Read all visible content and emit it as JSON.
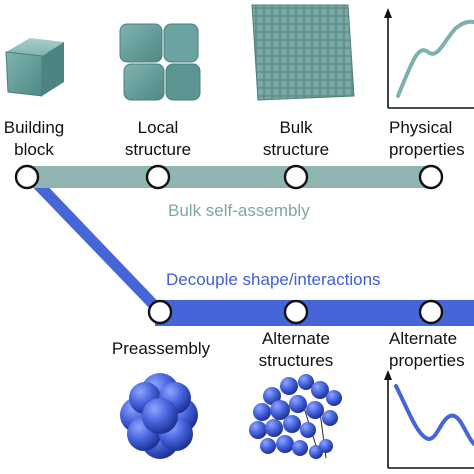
{
  "stages_top": [
    {
      "line1": "Building",
      "line2": "block"
    },
    {
      "line1": "Local",
      "line2": "structure"
    },
    {
      "line1": "Bulk",
      "line2": "structure"
    },
    {
      "line1": "Physical",
      "line2": "properties"
    }
  ],
  "stages_bottom": [
    {
      "line1": "Preassembly",
      "line2": ""
    },
    {
      "line1": "Alternate",
      "line2": "structures"
    },
    {
      "line1": "Alternate",
      "line2": "properties"
    }
  ],
  "paths": {
    "top_label": "Bulk self-assembly",
    "bottom_label": "Decouple shape/interactions"
  },
  "colors": {
    "teal": "#8fb4b2",
    "teal_text": "#7fa6a4",
    "teal_dark": "#5f9794",
    "blue": "#4565d8",
    "blue_text": "#3f5fd6"
  },
  "icons": {
    "top": [
      "rounded-cube-icon",
      "four-cube-cluster-icon",
      "cube-lattice-icon",
      "rising-curve-plot-icon"
    ],
    "bottom": [
      "sphere-cluster-icon",
      "disordered-sphere-network-icon",
      "falling-curve-plot-icon"
    ]
  }
}
